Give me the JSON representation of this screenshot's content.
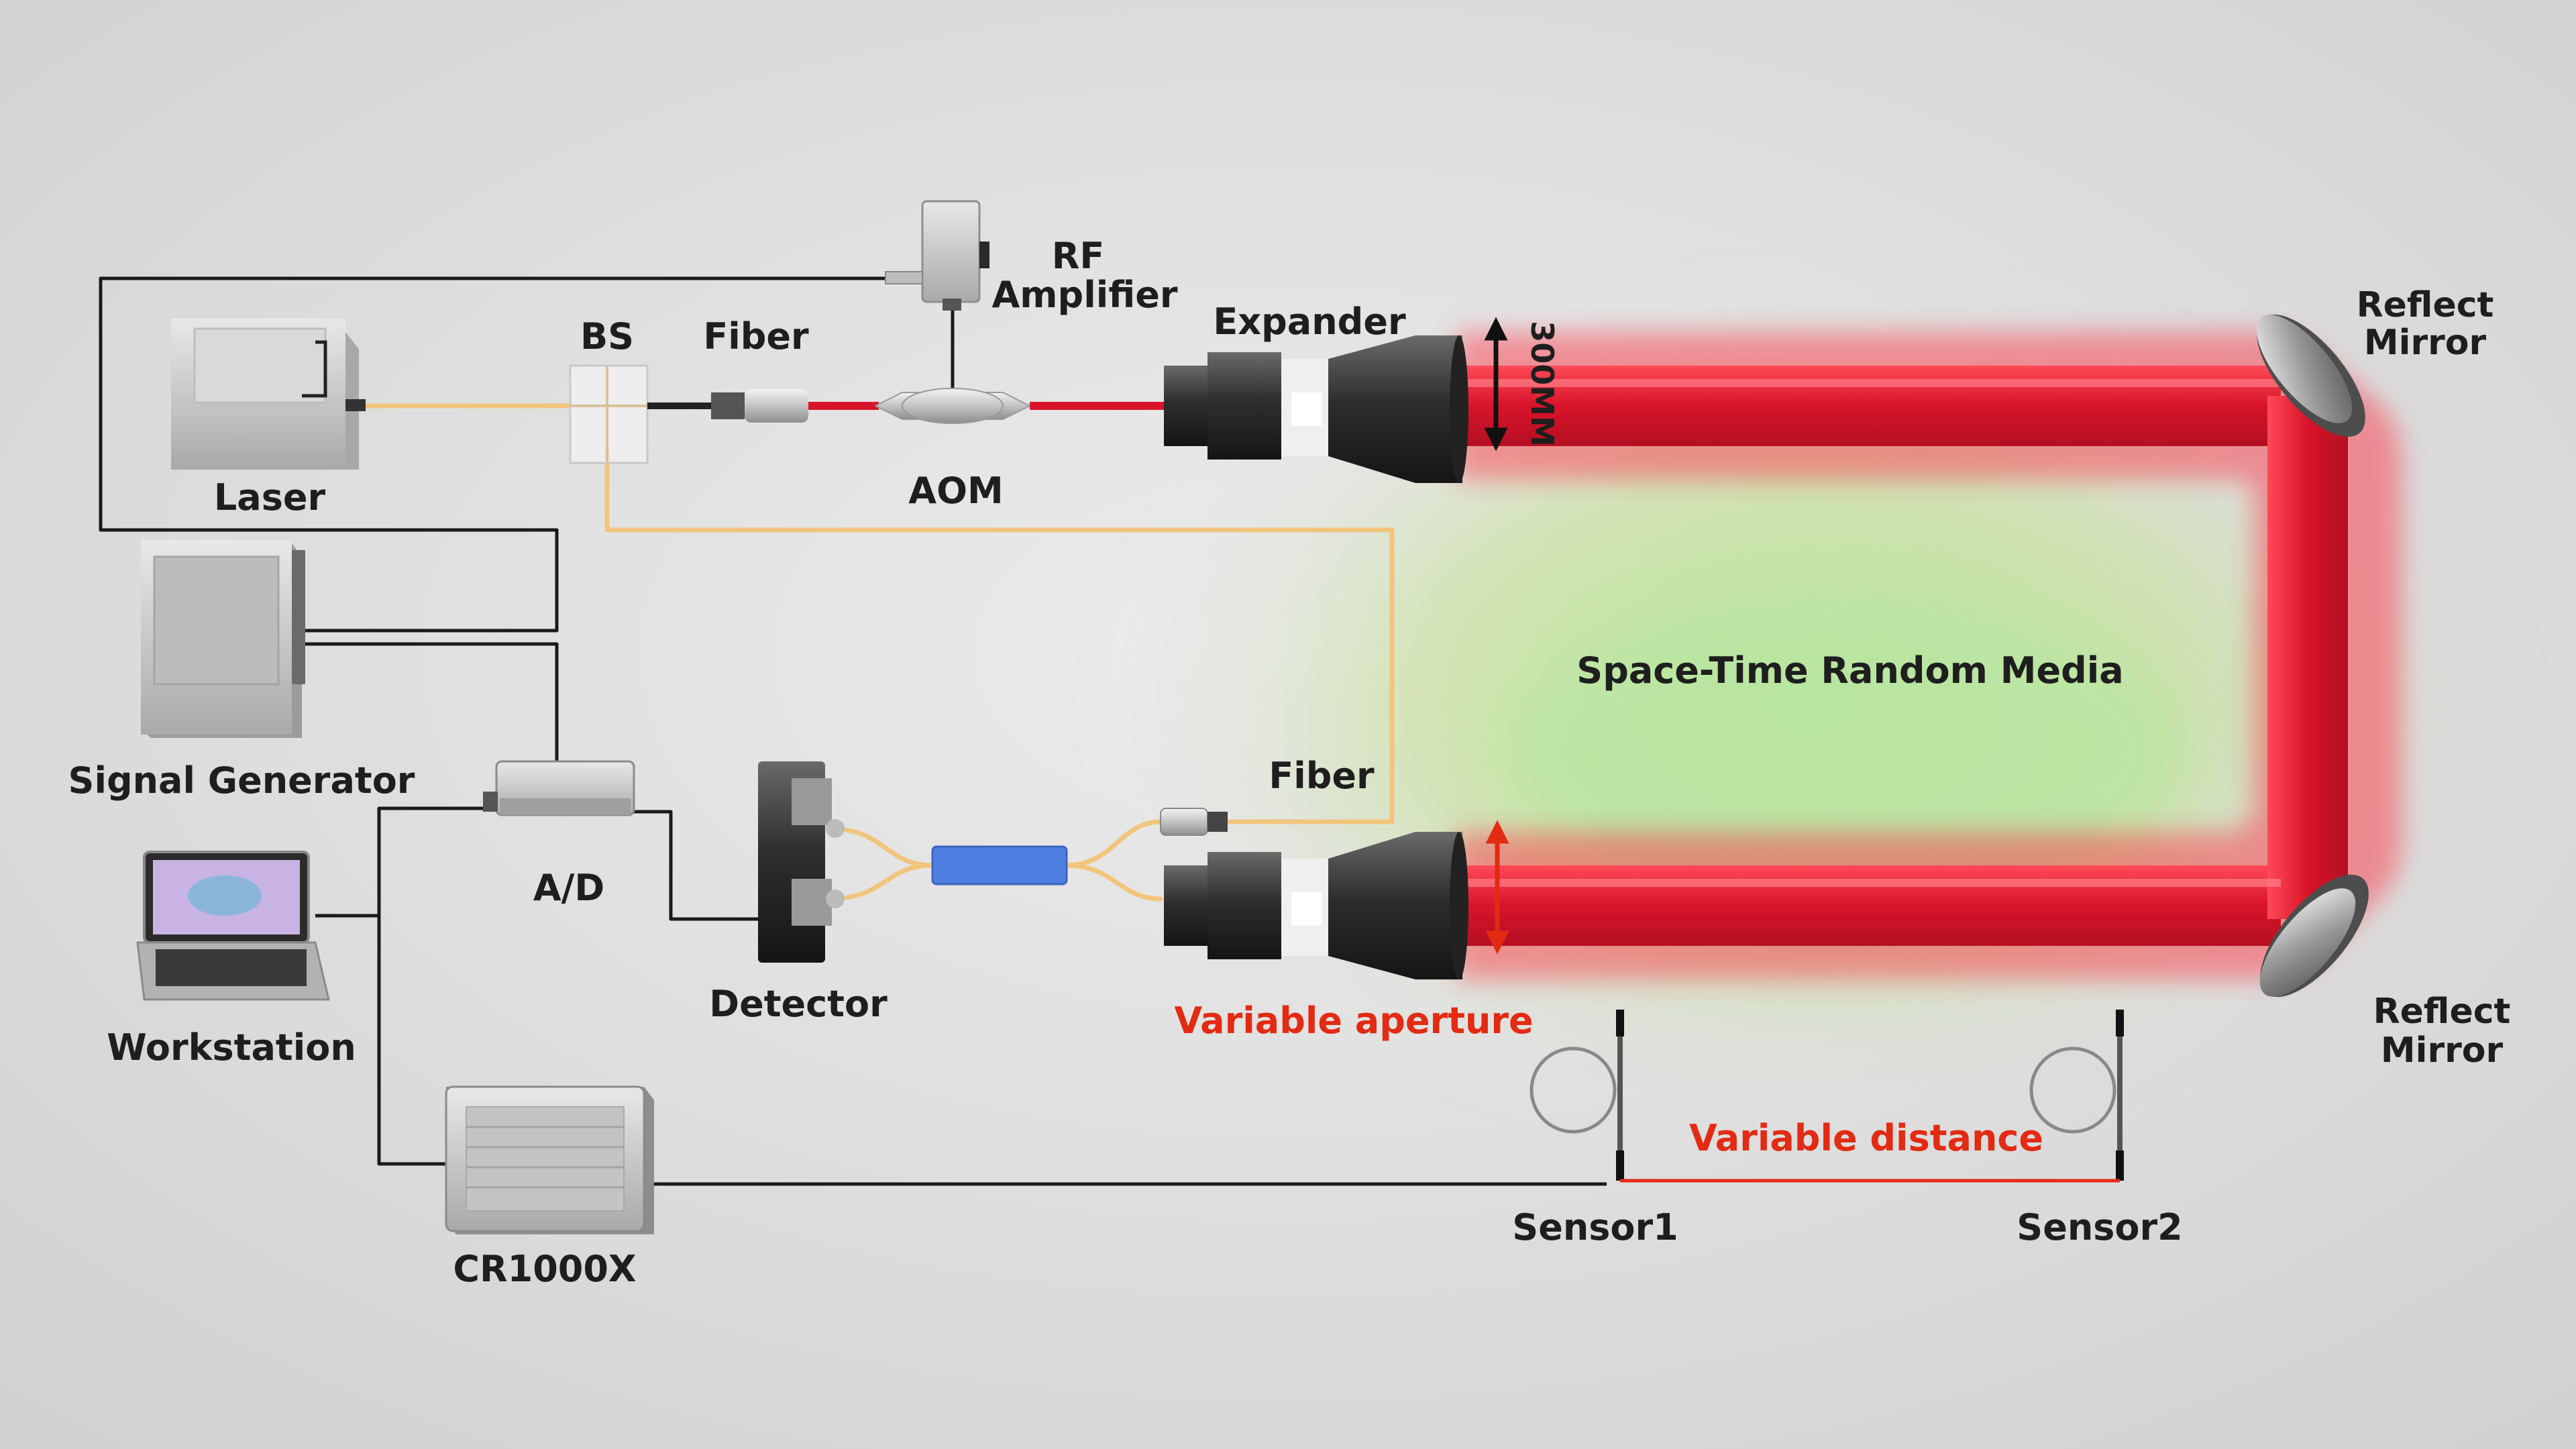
{
  "labels": {
    "laser": "Laser",
    "bs": "BS",
    "fiber_top": "Fiber",
    "rf_amplifier_line1": "RF",
    "rf_amplifier_line2": "Amplifier",
    "aom": "AOM",
    "expander": "Expander",
    "beam_width": "300MM",
    "reflect_mirror_top_line1": "Reflect",
    "reflect_mirror_top_line2": "Mirror",
    "reflect_mirror_bottom_line1": "Reflect",
    "reflect_mirror_bottom_line2": "Mirror",
    "signal_generator": "Signal Generator",
    "ad": "A/D",
    "detector": "Detector",
    "fiber_bottom": "Fiber",
    "workstation": "Workstation",
    "variable_aperture": "Variable aperture",
    "variable_distance": "Variable distance",
    "media": "Space-Time Random Media",
    "cr1000x": "CR1000X",
    "sensor1": "Sensor1",
    "sensor2": "Sensor2"
  },
  "colors": {
    "background": "#dedede",
    "beam": "#d8142a",
    "media_glow": "#b5e39a",
    "fiber": "#f2c57d",
    "coupler": "#4f7fe0",
    "accent_text": "#e32a12",
    "wire": "#1a1a1a"
  }
}
